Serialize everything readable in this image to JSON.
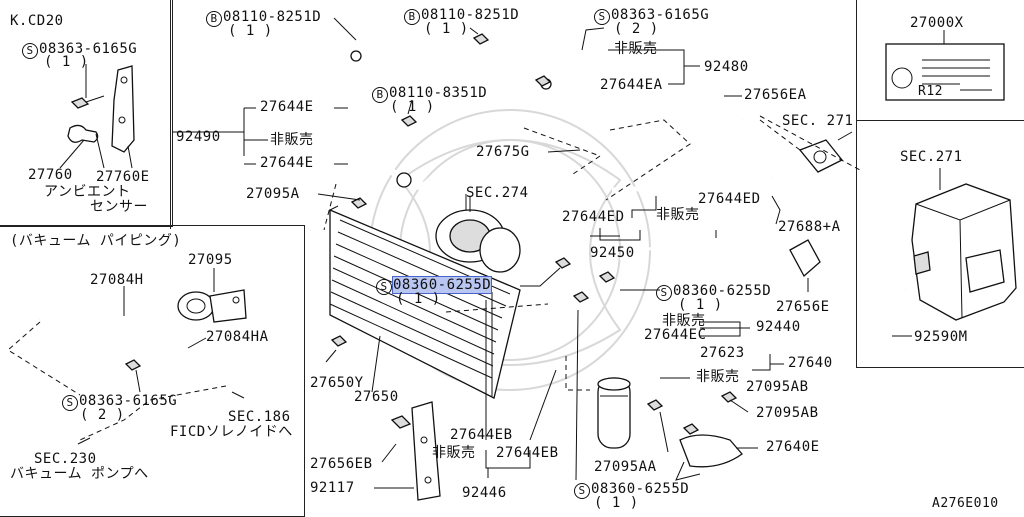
{
  "kcd20": {
    "title": "K.CD20",
    "bolt_ref": "08363-6165G",
    "bolt_qty": "( 1 )",
    "part_a": "27760",
    "part_b": "27760E",
    "sensor_name_1": "アンビエント",
    "sensor_name_2": "センサー"
  },
  "vacuum": {
    "title": "(バキューム  パイピング)",
    "p1": "27095",
    "p2": "27084H",
    "p3": "27084HA",
    "bolt_ref": "08363-6165G",
    "bolt_qty": "( 2 )",
    "sec186": "SEC.186",
    "sec186_note": "FICDソレノイドへ",
    "sec230": "SEC.230",
    "sec230_note": "バキューム  ポンプへ"
  },
  "main": {
    "b1_ref": "08110-8251D",
    "b1_qty": "( 1 )",
    "b2_ref": "08110-8251D",
    "b2_qty": "( 1 )",
    "s_top_ref": "08363-6165G",
    "s_top_qty": "( 2 )",
    "b3_ref": "08110-8351D",
    "b3_qty": "( 1 )",
    "p27644e_1": "27644E",
    "p92490": "92490",
    "not_sold_1": "非販売",
    "p27644e_2": "27644E",
    "p27095a": "27095A",
    "not_sold_2": "非販売",
    "p92480": "92480",
    "p27644ea": "27644EA",
    "p27656ea": "27656EA",
    "sec271_top": "SEC. 271",
    "p27675g": "27675G",
    "sec274": "SEC.274",
    "p27644ed_1": "27644ED",
    "p27644ed_2": "27644ED",
    "not_sold_3": "非販売",
    "p27688a": "27688+A",
    "p92450": "92450",
    "s_mid_ref": "08360-6255D",
    "s_mid_qty": "( 1 )",
    "s_right_ref": "08360-6255D",
    "s_right_qty": "( 1 )",
    "p27656e": "27656E",
    "not_sold_4": "非販売",
    "p92440": "92440",
    "p27644ec": "27644EC",
    "p27623": "27623",
    "p27640": "27640",
    "not_sold_5": "非販売",
    "p27650y": "27650Y",
    "p27650": "27650",
    "p27095ab_1": "27095AB",
    "p27095ab_2": "27095AB",
    "p27644eb_1": "27644EB",
    "not_sold_6": "非販売",
    "p27644eb_2": "27644EB",
    "p27640e": "27640E",
    "p27656eb": "27656EB",
    "p27095aa": "27095AA",
    "p92117": "92117",
    "p92446": "92446",
    "s_bot_ref": "08360-6255D",
    "s_bot_qty": "( 1 )"
  },
  "right": {
    "p27000x": "27000X",
    "label_text": "R12",
    "sec271": "SEC.271",
    "p92590m": "92590M"
  },
  "symbols": {
    "screw": "S",
    "bolt": "B"
  },
  "footer_code": "A276E010"
}
